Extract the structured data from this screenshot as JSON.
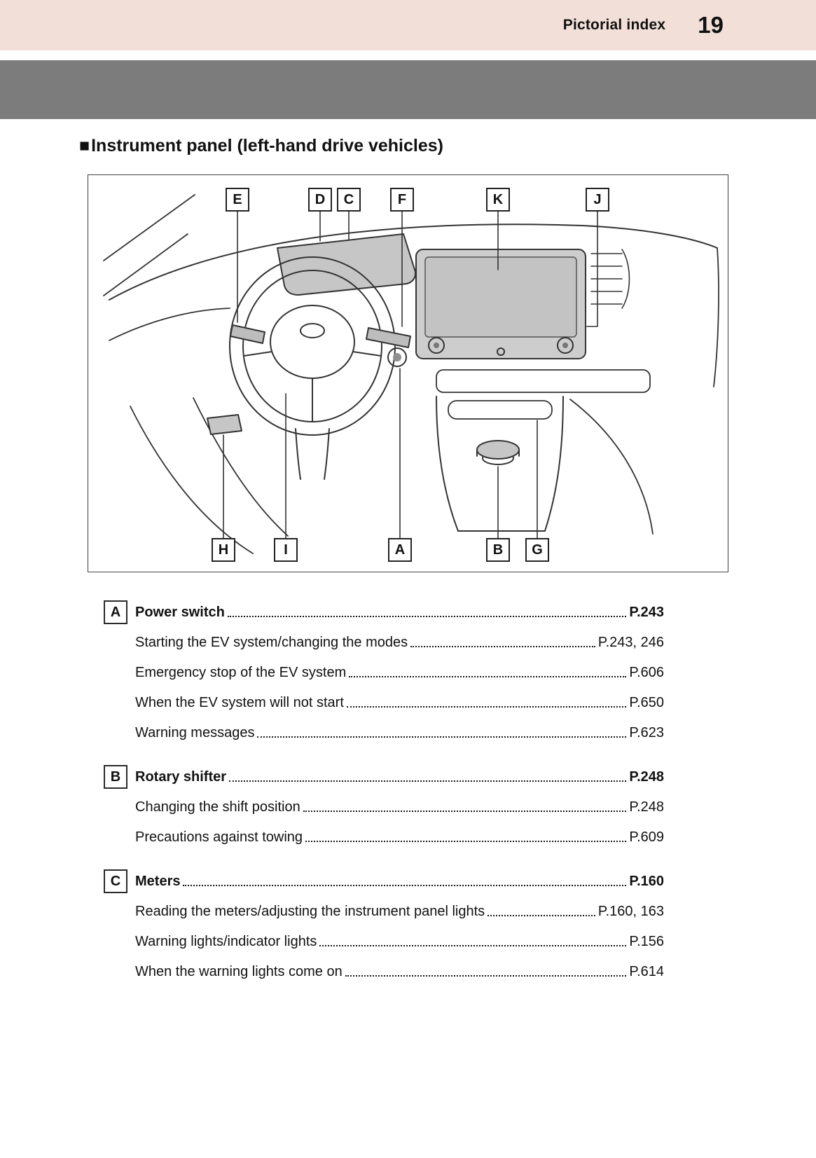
{
  "header": {
    "title": "Pictorial index",
    "page_number": "19"
  },
  "section": {
    "bullet": "■",
    "title": "Instrument panel (left-hand drive vehicles)"
  },
  "diagram": {
    "labels": {
      "e": "E",
      "d": "D",
      "c": "C",
      "f": "F",
      "k": "K",
      "j": "J",
      "h": "H",
      "i": "I",
      "a": "A",
      "b": "B",
      "g": "G"
    }
  },
  "index": [
    {
      "letter": "A",
      "title": "Power switch",
      "page": "P.243",
      "subitems": [
        {
          "text": "Starting the EV system/changing the modes",
          "page": "P.243, 246"
        },
        {
          "text": "Emergency stop of the EV system",
          "page": "P.606"
        },
        {
          "text": "When the EV system will not start",
          "page": "P.650"
        },
        {
          "text": "Warning messages",
          "page": "P.623"
        }
      ]
    },
    {
      "letter": "B",
      "title": "Rotary shifter",
      "page": "P.248",
      "subitems": [
        {
          "text": "Changing the shift position",
          "page": "P.248"
        },
        {
          "text": "Precautions against towing",
          "page": "P.609"
        }
      ]
    },
    {
      "letter": "C",
      "title": "Meters",
      "page": "P.160",
      "subitems": [
        {
          "text": "Reading the meters/adjusting the instrument panel lights",
          "page": "P.160, 163"
        },
        {
          "text": "Warning lights/indicator lights",
          "page": "P.156"
        },
        {
          "text": "When the warning lights come on",
          "page": "P.614"
        }
      ]
    }
  ]
}
